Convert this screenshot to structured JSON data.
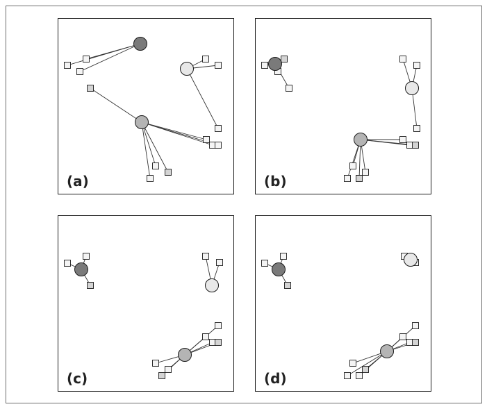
{
  "colors": {
    "node_dark": "#7a7a7a",
    "node_mid": "#b4b4b4",
    "node_light": "#e8e8e8",
    "square_light": "#f4f4f4",
    "square_gray": "#d4d4d4",
    "line": "#333333"
  },
  "panels": [
    {
      "label": "(a)",
      "nodes": [
        {
          "id": "h1",
          "color": "node_dark"
        },
        {
          "id": "h2",
          "color": "node_light"
        },
        {
          "id": "h3",
          "color": "node_mid"
        }
      ],
      "leaves": [
        {
          "hub": "h1",
          "color": "square_light"
        },
        {
          "hub": "h1",
          "color": "square_light"
        },
        {
          "hub": "h1",
          "color": "square_light"
        },
        {
          "hub": "h2",
          "color": "square_light"
        },
        {
          "hub": "h2",
          "color": "square_light"
        },
        {
          "hub": "h2",
          "color": "square_light"
        },
        {
          "hub": "h3",
          "color": "square_gray"
        },
        {
          "hub": "h3",
          "color": "square_light"
        },
        {
          "hub": "h3",
          "color": "square_light"
        },
        {
          "hub": "h3",
          "color": "square_light"
        },
        {
          "hub": "h3",
          "color": "square_light"
        },
        {
          "hub": "h3",
          "color": "square_light"
        },
        {
          "hub": "h3",
          "color": "square_gray"
        }
      ]
    },
    {
      "label": "(b)",
      "nodes": [
        {
          "id": "h1",
          "color": "node_dark"
        },
        {
          "id": "h2",
          "color": "node_light"
        },
        {
          "id": "h3",
          "color": "node_mid"
        }
      ],
      "leaves": [
        {
          "hub": "h1",
          "color": "square_gray"
        },
        {
          "hub": "h1",
          "color": "square_light"
        },
        {
          "hub": "h1",
          "color": "square_light"
        },
        {
          "hub": "h1",
          "color": "square_light"
        },
        {
          "hub": "h2",
          "color": "square_light"
        },
        {
          "hub": "h2",
          "color": "square_light"
        },
        {
          "hub": "h2",
          "color": "square_light"
        },
        {
          "hub": "h3",
          "color": "square_light"
        },
        {
          "hub": "h3",
          "color": "square_light"
        },
        {
          "hub": "h3",
          "color": "square_gray"
        },
        {
          "hub": "h3",
          "color": "square_light"
        },
        {
          "hub": "h3",
          "color": "square_light"
        },
        {
          "hub": "h3",
          "color": "square_light"
        },
        {
          "hub": "h3",
          "color": "square_gray"
        }
      ]
    },
    {
      "label": "(c)",
      "nodes": [
        {
          "id": "h1",
          "color": "node_dark"
        },
        {
          "id": "h2",
          "color": "node_light"
        },
        {
          "id": "h3",
          "color": "node_mid"
        }
      ],
      "leaves": [
        {
          "hub": "h1",
          "color": "square_light"
        },
        {
          "hub": "h1",
          "color": "square_light"
        },
        {
          "hub": "h1",
          "color": "square_gray"
        },
        {
          "hub": "h2",
          "color": "square_light"
        },
        {
          "hub": "h2",
          "color": "square_light"
        },
        {
          "hub": "h3",
          "color": "square_light"
        },
        {
          "hub": "h3",
          "color": "square_light"
        },
        {
          "hub": "h3",
          "color": "square_light"
        },
        {
          "hub": "h3",
          "color": "square_gray"
        },
        {
          "hub": "h3",
          "color": "square_light"
        },
        {
          "hub": "h3",
          "color": "square_light"
        },
        {
          "hub": "h3",
          "color": "square_gray"
        }
      ]
    },
    {
      "label": "(d)",
      "nodes": [
        {
          "id": "h1",
          "color": "node_dark"
        },
        {
          "id": "h2",
          "color": "node_light"
        },
        {
          "id": "h3",
          "color": "node_mid"
        }
      ],
      "leaves": [
        {
          "hub": "h1",
          "color": "square_light"
        },
        {
          "hub": "h1",
          "color": "square_light"
        },
        {
          "hub": "h1",
          "color": "square_gray"
        },
        {
          "hub": "h2",
          "color": "square_light"
        },
        {
          "hub": "h2",
          "color": "square_light"
        },
        {
          "hub": "h3",
          "color": "square_light"
        },
        {
          "hub": "h3",
          "color": "square_light"
        },
        {
          "hub": "h3",
          "color": "square_light"
        },
        {
          "hub": "h3",
          "color": "square_gray"
        },
        {
          "hub": "h3",
          "color": "square_light"
        },
        {
          "hub": "h3",
          "color": "square_light"
        },
        {
          "hub": "h3",
          "color": "square_light"
        },
        {
          "hub": "h3",
          "color": "square_gray"
        }
      ]
    }
  ]
}
